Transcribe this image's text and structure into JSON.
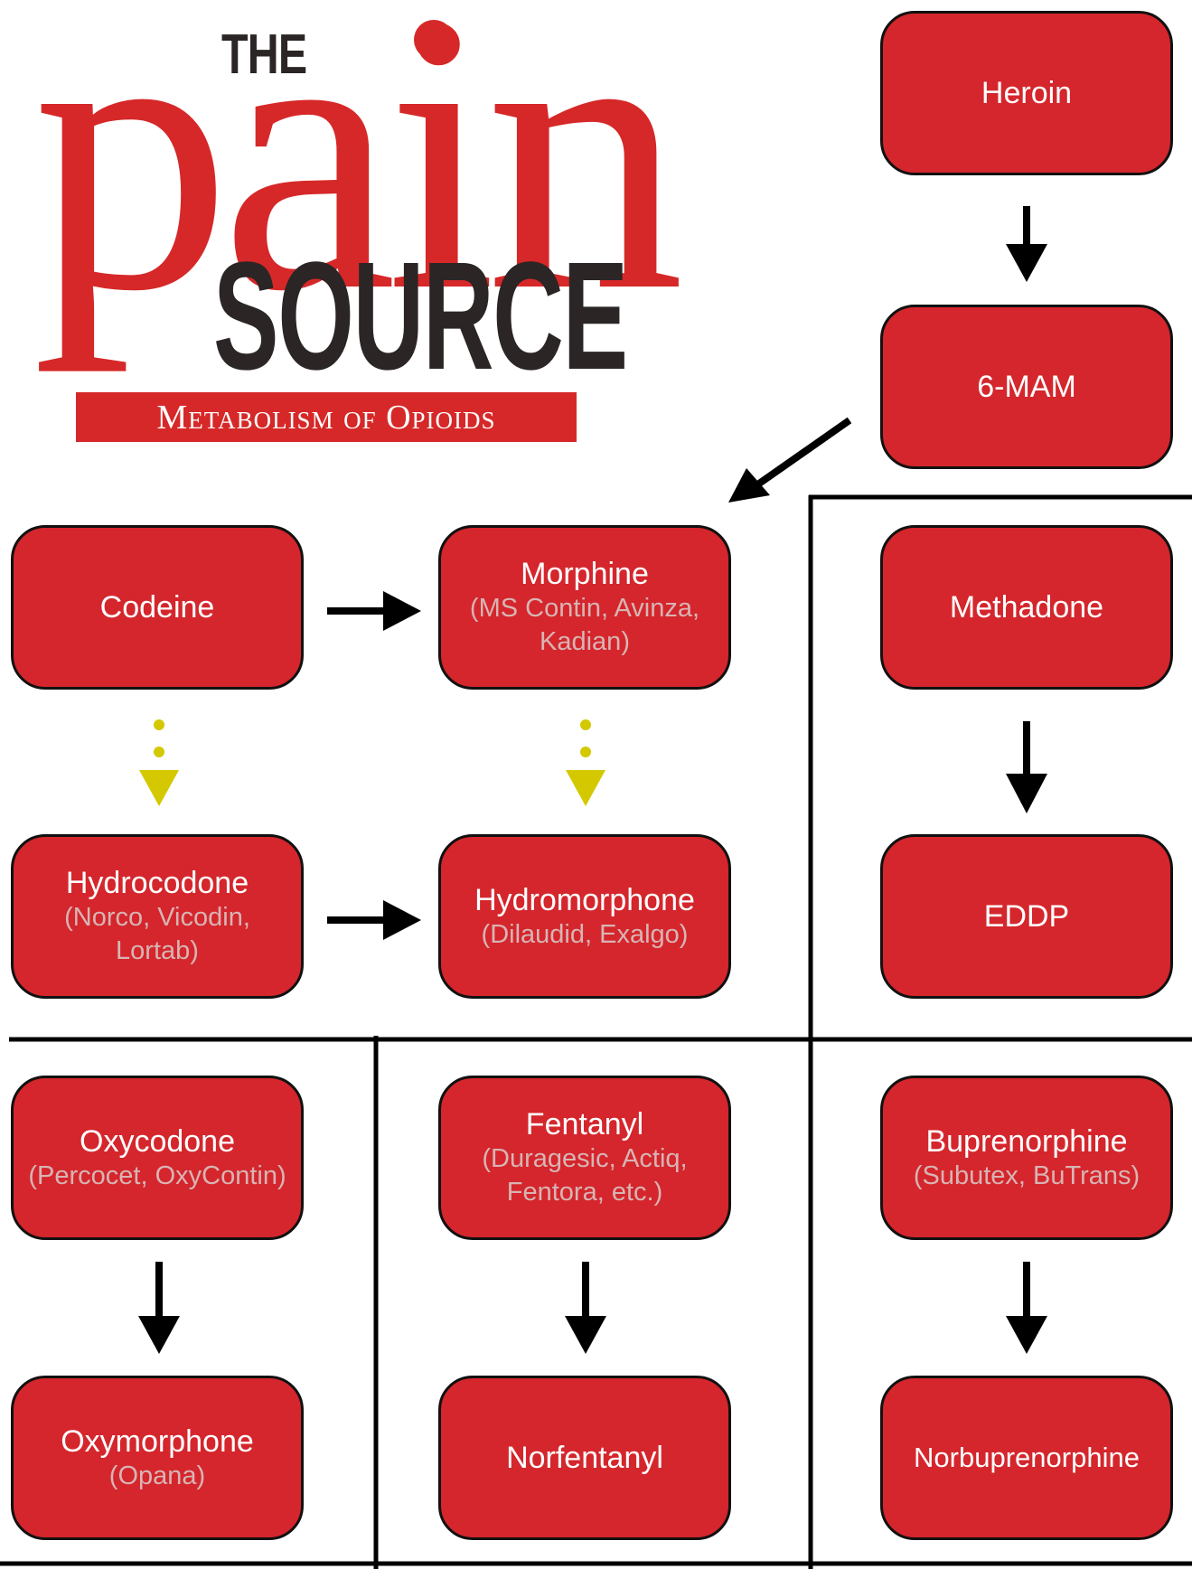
{
  "logo": {
    "the": "THE",
    "pain": "pain",
    "source": "SOURCE",
    "subtitle": "Metabolism of Opioids"
  },
  "nodes": {
    "heroin": {
      "name": "Heroin",
      "brand": ""
    },
    "mam": {
      "name": "6-MAM",
      "brand": ""
    },
    "codeine": {
      "name": "Codeine",
      "brand": ""
    },
    "morphine": {
      "name": "Morphine",
      "brand": "(MS Contin, Avinza, Kadian)"
    },
    "methadone": {
      "name": "Methadone",
      "brand": ""
    },
    "hydrocodone": {
      "name": "Hydrocodone",
      "brand": "(Norco, Vicodin, Lortab)"
    },
    "hydromorphone": {
      "name": "Hydromorphone",
      "brand": "(Dilaudid, Exalgo)"
    },
    "eddp": {
      "name": "EDDP",
      "brand": ""
    },
    "oxycodone": {
      "name": "Oxycodone",
      "brand": "(Percocet, OxyContin)"
    },
    "fentanyl": {
      "name": "Fentanyl",
      "brand": "(Duragesic, Actiq, Fentora, etc.)"
    },
    "buprenorphine": {
      "name": "Buprenorphine",
      "brand": "(Subutex, BuTrans)"
    },
    "oxymorphone": {
      "name": "Oxymorphone",
      "brand": "(Opana)"
    },
    "norfentanyl": {
      "name": "Norfentanyl",
      "brand": ""
    },
    "norbuprenorphine": {
      "name": "Norbuprenorphine",
      "brand": ""
    }
  },
  "colors": {
    "node_fill": "#d4262c",
    "brand_text": "#d8b4b4",
    "arrow": "#000000",
    "minor_arrow": "#d4c800",
    "logo_red": "#d62828",
    "logo_dark": "#2b2526"
  }
}
